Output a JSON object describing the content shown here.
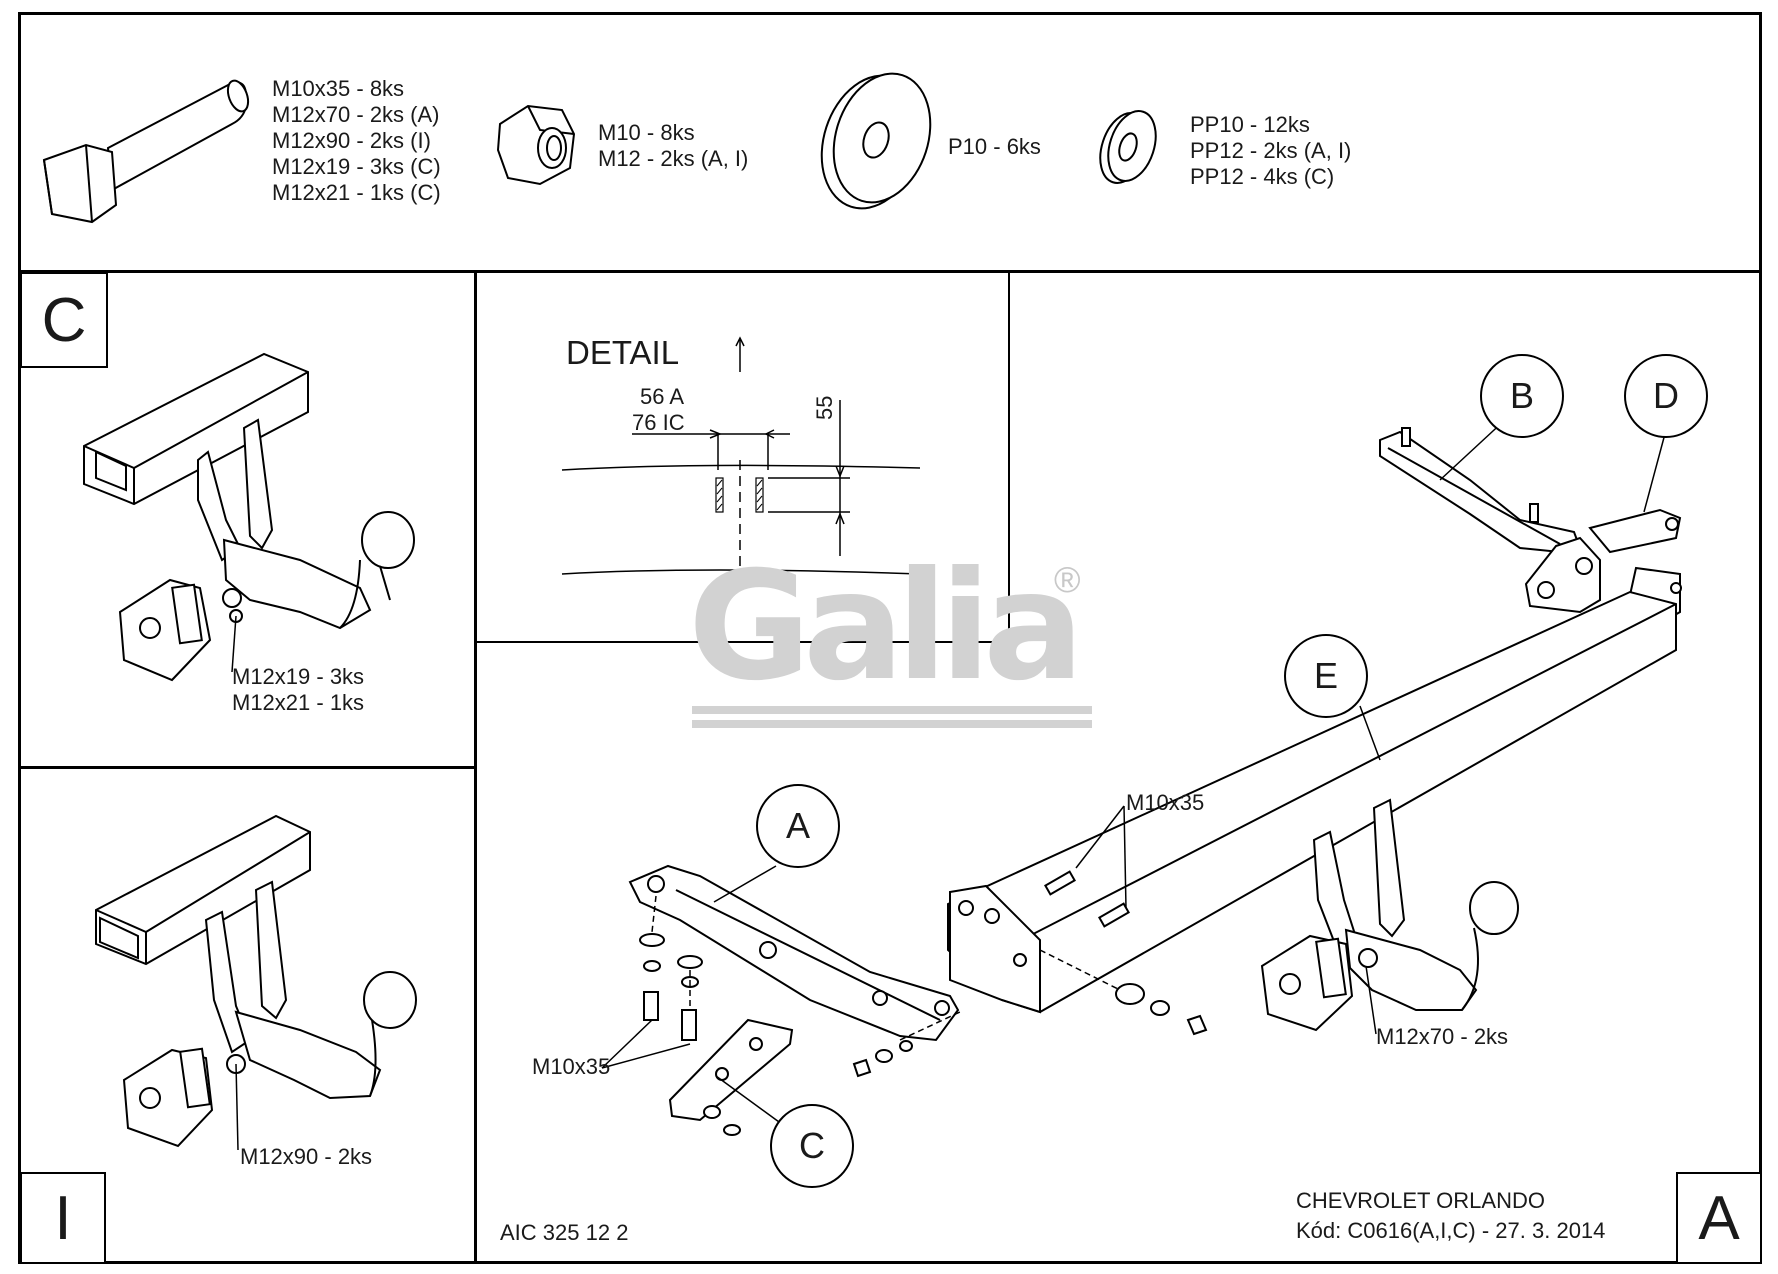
{
  "hardware": {
    "bolts": [
      "M10x35 - 8ks",
      "M12x70 - 2ks (A)",
      "M12x90 - 2ks (I)",
      "M12x19 - 3ks (C)",
      "M12x21 - 1ks (C)"
    ],
    "nuts": [
      "M10 - 8ks",
      "M12 - 2ks (A, I)"
    ],
    "washer_large": [
      "P10 - 6ks"
    ],
    "spring_washers": [
      "PP10 - 12ks",
      "PP12 - 2ks (A, I)",
      "PP12 - 4ks (C)"
    ]
  },
  "panel_c": {
    "corner_label": "C",
    "bolt_note": [
      "M12x19 - 3ks",
      "M12x21 - 1ks"
    ]
  },
  "panel_i": {
    "corner_label": "I",
    "bolt_note": [
      "M12x90 - 2ks"
    ]
  },
  "detail": {
    "title": "DETAIL",
    "dim_a": "56 A",
    "dim_ic": "76 IC",
    "dim_vertical": "55"
  },
  "logo": {
    "text": "Galia",
    "mark": "®",
    "color": "#d0d0d0"
  },
  "main": {
    "callouts": [
      "A",
      "B",
      "C",
      "D",
      "E"
    ],
    "label_m10x35_top": "M10x35",
    "label_m10x35_left": "M10x35",
    "label_m12x70": "M12x70 - 2ks",
    "part_code": "AIC 325 12 2",
    "vehicle": "CHEVROLET ORLANDO",
    "code_line": "Kód: C0616(A,I,C) - 27. 3. 2014",
    "corner_label": "A"
  }
}
